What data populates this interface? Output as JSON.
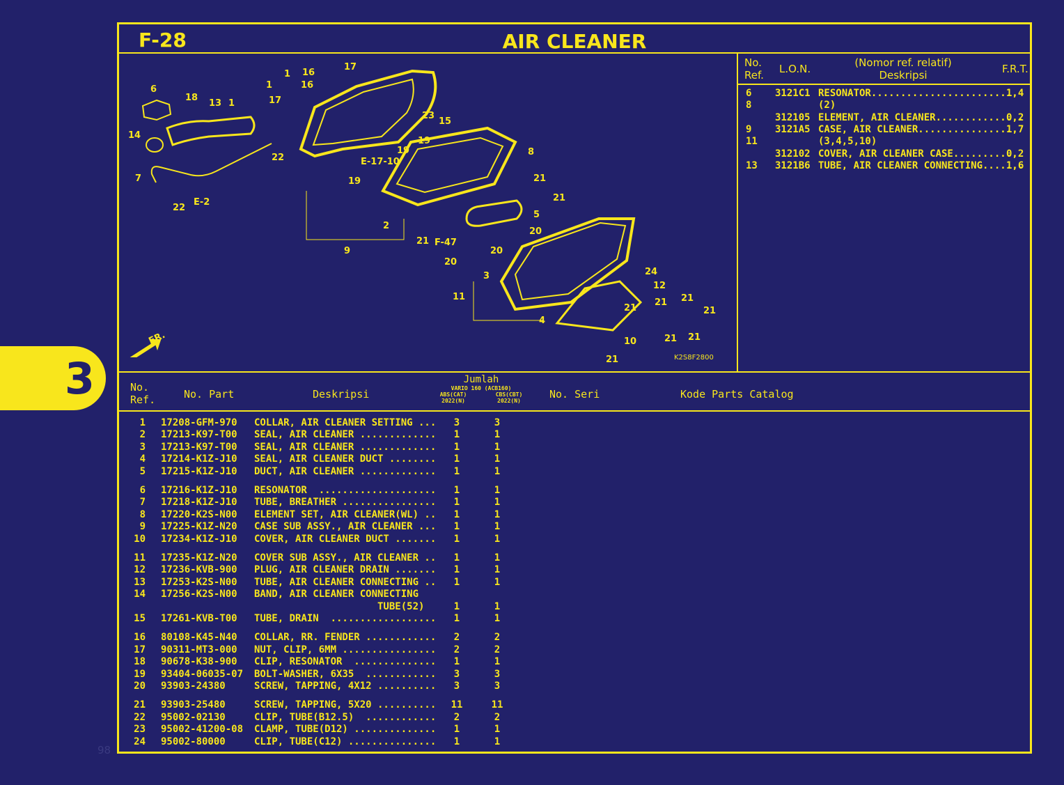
{
  "header": {
    "code": "F-28",
    "title": "AIR CLEANER"
  },
  "side_tab": {
    "number": "3"
  },
  "page_number": "98",
  "ref_table": {
    "headers": {
      "no": "No.",
      "ref": "Ref.",
      "lon": "L.O.N.",
      "nomor_ref": "(Nomor ref. relatif)",
      "deskripsi": "Deskripsi",
      "frt": "F.R.T."
    },
    "rows": [
      {
        "no": "6",
        "lon": "3121C1",
        "desc": "RESONATOR.........................",
        "frt": "1,4"
      },
      {
        "no": "8",
        "lon": "",
        "desc": "(2)",
        "frt": ""
      },
      {
        "no": "",
        "lon": "312105",
        "desc": "ELEMENT, AIR CLEANER...............",
        "frt": "0,2"
      },
      {
        "no": "9",
        "lon": "3121A5",
        "desc": "CASE, AIR CLEANER.................",
        "frt": "1,7"
      },
      {
        "no": "11",
        "lon": "",
        "desc": "(3,4,5,10)",
        "frt": ""
      },
      {
        "no": "",
        "lon": "312102",
        "desc": "COVER, AIR CLEANER CASE...........",
        "frt": "0,2"
      },
      {
        "no": "13",
        "lon": "3121B6",
        "desc": "TUBE, AIR CLEANER CONNECTING.......",
        "frt": "1,6"
      }
    ]
  },
  "parts_table": {
    "headers": {
      "no": "No.",
      "ref": "Ref.",
      "part": "No. Part",
      "desc": "Deskripsi",
      "jumlah": "Jumlah",
      "model": "VARIO 160 (ACB160)",
      "abs": "ABS(CAT)",
      "cbs": "CBS(CBT)",
      "year_a": "2022(N)",
      "year_b": "2022(N)",
      "seri": "No. Seri",
      "kode": "Kode Parts Catalog"
    },
    "rows": [
      {
        "ref": "1",
        "part": "17208-GFM-970",
        "desc": "COLLAR, AIR CLEANER SETTING ...",
        "q1": "3",
        "q2": "3"
      },
      {
        "ref": "2",
        "part": "17213-K97-T00",
        "desc": "SEAL, AIR CLEANER .............",
        "q1": "1",
        "q2": "1"
      },
      {
        "ref": "3",
        "part": "17213-K97-T00",
        "desc": "SEAL, AIR CLEANER .............",
        "q1": "1",
        "q2": "1"
      },
      {
        "ref": "4",
        "part": "17214-K1Z-J10",
        "desc": "SEAL, AIR CLEANER DUCT ........",
        "q1": "1",
        "q2": "1"
      },
      {
        "ref": "5",
        "part": "17215-K1Z-J10",
        "desc": "DUCT, AIR CLEANER .............",
        "q1": "1",
        "q2": "1"
      },
      {
        "ref": "6",
        "part": "17216-K1Z-J10",
        "desc": "RESONATOR  ....................",
        "q1": "1",
        "q2": "1"
      },
      {
        "ref": "7",
        "part": "17218-K1Z-J10",
        "desc": "TUBE, BREATHER ................",
        "q1": "1",
        "q2": "1"
      },
      {
        "ref": "8",
        "part": "17220-K2S-N00",
        "desc": "ELEMENT SET, AIR CLEANER(WL) ..",
        "q1": "1",
        "q2": "1"
      },
      {
        "ref": "9",
        "part": "17225-K1Z-N20",
        "desc": "CASE SUB ASSY., AIR CLEANER ...",
        "q1": "1",
        "q2": "1"
      },
      {
        "ref": "10",
        "part": "17234-K1Z-J10",
        "desc": "COVER, AIR CLEANER DUCT .......",
        "q1": "1",
        "q2": "1"
      },
      {
        "ref": "11",
        "part": "17235-K1Z-N20",
        "desc": "COVER SUB ASSY., AIR CLEANER ..",
        "q1": "1",
        "q2": "1"
      },
      {
        "ref": "12",
        "part": "17236-KVB-900",
        "desc": "PLUG, AIR CLEANER DRAIN .......",
        "q1": "1",
        "q2": "1"
      },
      {
        "ref": "13",
        "part": "17253-K2S-N00",
        "desc": "TUBE, AIR CLEANER CONNECTING ..",
        "q1": "1",
        "q2": "1"
      },
      {
        "ref": "14",
        "part": "17256-K2S-N00",
        "desc": "BAND, AIR CLEANER CONNECTING",
        "q1": "",
        "q2": ""
      },
      {
        "ref": "",
        "part": "",
        "desc": "                     TUBE(52)",
        "q1": "1",
        "q2": "1"
      },
      {
        "ref": "15",
        "part": "17261-KVB-T00",
        "desc": "TUBE, DRAIN  ..................",
        "q1": "1",
        "q2": "1"
      },
      {
        "ref": "16",
        "part": "80108-K45-N40",
        "desc": "COLLAR, RR. FENDER ............",
        "q1": "2",
        "q2": "2"
      },
      {
        "ref": "17",
        "part": "90311-MT3-000",
        "desc": "NUT, CLIP, 6MM ................",
        "q1": "2",
        "q2": "2"
      },
      {
        "ref": "18",
        "part": "90678-K38-900",
        "desc": "CLIP, RESONATOR  ..............",
        "q1": "1",
        "q2": "1"
      },
      {
        "ref": "19",
        "part": "93404-06035-07",
        "desc": "BOLT-WASHER, 6X35  ............",
        "q1": "3",
        "q2": "3"
      },
      {
        "ref": "20",
        "part": "93903-24380",
        "desc": "SCREW, TAPPING, 4X12 ..........",
        "q1": "3",
        "q2": "3"
      },
      {
        "ref": "21",
        "part": "93903-25480",
        "desc": "SCREW, TAPPING, 5X20 ..........",
        "q1": "11",
        "q2": "11"
      },
      {
        "ref": "22",
        "part": "95002-02130",
        "desc": "CLIP, TUBE(B12.5)  ............",
        "q1": "2",
        "q2": "2"
      },
      {
        "ref": "23",
        "part": "95002-41200-08",
        "desc": "CLAMP, TUBE(D12) ..............",
        "q1": "1",
        "q2": "1"
      },
      {
        "ref": "24",
        "part": "95002-80000",
        "desc": "CLIP, TUBE(C12) ...............",
        "q1": "1",
        "q2": "1"
      }
    ]
  },
  "diagram": {
    "drawing_code": "K2S8F2800",
    "callouts": [
      "1",
      "16",
      "17",
      "16",
      "1",
      "17",
      "6",
      "18",
      "13",
      "1",
      "14",
      "7",
      "22",
      "22",
      "E-2",
      "23",
      "15",
      "19",
      "19",
      "E-17-10",
      "19",
      "8",
      "21",
      "21",
      "5",
      "2",
      "21",
      "F-47",
      "20",
      "20",
      "9",
      "20",
      "3",
      "24",
      "12",
      "11",
      "21",
      "21",
      "21",
      "4",
      "21",
      "10",
      "21",
      "21",
      "21"
    ],
    "fr_label": "FR."
  },
  "colors": {
    "background": "#22216a",
    "accent": "#f8e61c"
  }
}
